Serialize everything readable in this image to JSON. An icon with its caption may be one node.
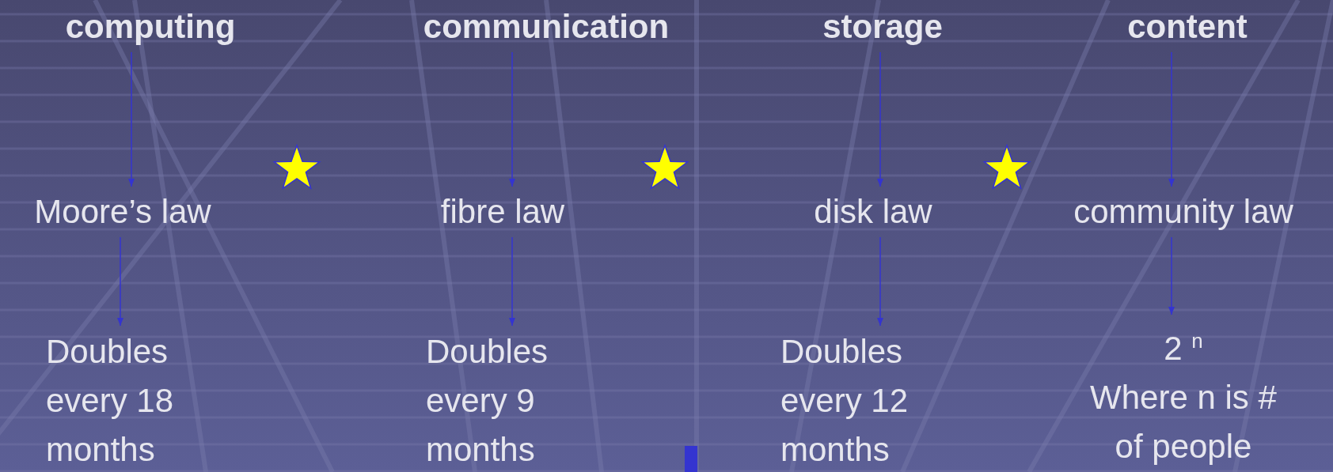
{
  "diagram": {
    "nodes": [
      {
        "text": [
          "computing"
        ]
      },
      {
        "text": [
          "Moore’s law"
        ]
      },
      {
        "text": [
          "Doubles every 18 months"
        ]
      },
      {
        "text": [
          "communication"
        ]
      },
      {
        "text": [
          "fibre law"
        ]
      },
      {
        "text": [
          "Doubles every 9 months"
        ]
      },
      {
        "text": [
          "storage"
        ]
      },
      {
        "text": [
          "disk law"
        ]
      },
      {
        "text": [
          "Doubles every 12 months"
        ]
      },
      {
        "text": [
          "content"
        ]
      },
      {
        "text": [
          "community law"
        ]
      },
      {
        "text": [
          "2 $^{n}$",
          "Where n is # of people"
        ]
      }
    ],
    "edges": [
      {
        "from": 0,
        "to": 1,
        "arrow": "to"
      },
      {
        "from": 1,
        "to": 2,
        "arrow": "to"
      },
      {
        "from": 3,
        "to": 4,
        "arrow": "to"
      },
      {
        "from": 4,
        "to": 5,
        "arrow": "to"
      },
      {
        "from": 6,
        "to": 7,
        "arrow": "to"
      },
      {
        "from": 7,
        "to": 8,
        "arrow": "to"
      },
      {
        "from": 9,
        "to": 10,
        "arrow": "to"
      },
      {
        "from": 10,
        "to": 11,
        "arrow": "to"
      }
    ]
  }
}
